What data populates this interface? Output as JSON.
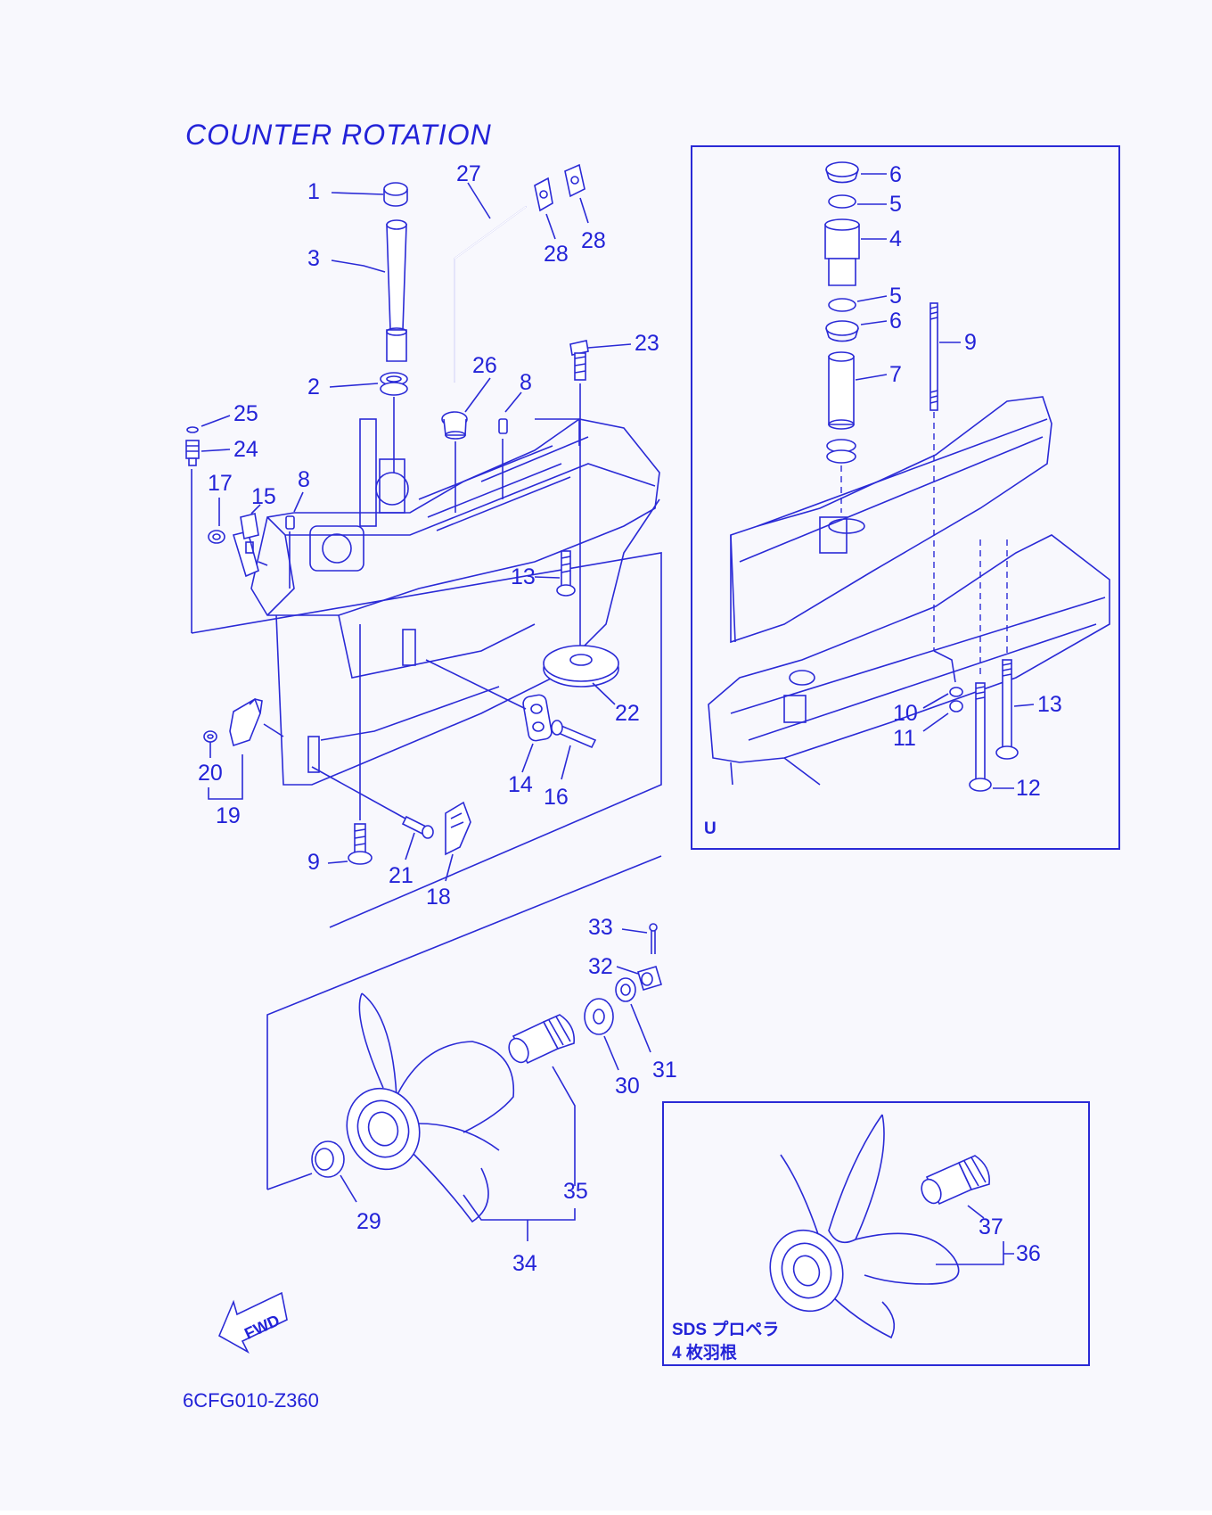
{
  "title": "COUNTER ROTATION",
  "drawing_code": "6CFG010-Z360",
  "fwd_marker": "FWD",
  "inset_u": {
    "tag": "U"
  },
  "inset_sds": {
    "line1": "SDS プロペラ",
    "line2": "4 枚羽根"
  },
  "labels": {
    "m1": "1",
    "m2": "2",
    "m3": "3",
    "m8a": "8",
    "m8b": "8",
    "m9": "9",
    "m13": "13",
    "m14": "14",
    "m15": "15",
    "m16": "16",
    "m17": "17",
    "m18": "18",
    "m19": "19",
    "m20": "20",
    "m21": "21",
    "m22": "22",
    "m23": "23",
    "m24": "24",
    "m25": "25",
    "m26": "26",
    "m27": "27",
    "m28a": "28",
    "m28b": "28",
    "m29": "29",
    "m30": "30",
    "m31": "31",
    "m32": "32",
    "m33": "33",
    "m34": "34",
    "m35": "35",
    "u6a": "6",
    "u5a": "5",
    "u4": "4",
    "u5b": "5",
    "u6b": "6",
    "u7": "7",
    "u9": "9",
    "u10": "10",
    "u11": "11",
    "u12": "12",
    "u13": "13",
    "s36": "36",
    "s37": "37"
  },
  "colors": {
    "line": "#2a2ad6",
    "text": "#2323d8",
    "paper": "#f8f8fd"
  }
}
